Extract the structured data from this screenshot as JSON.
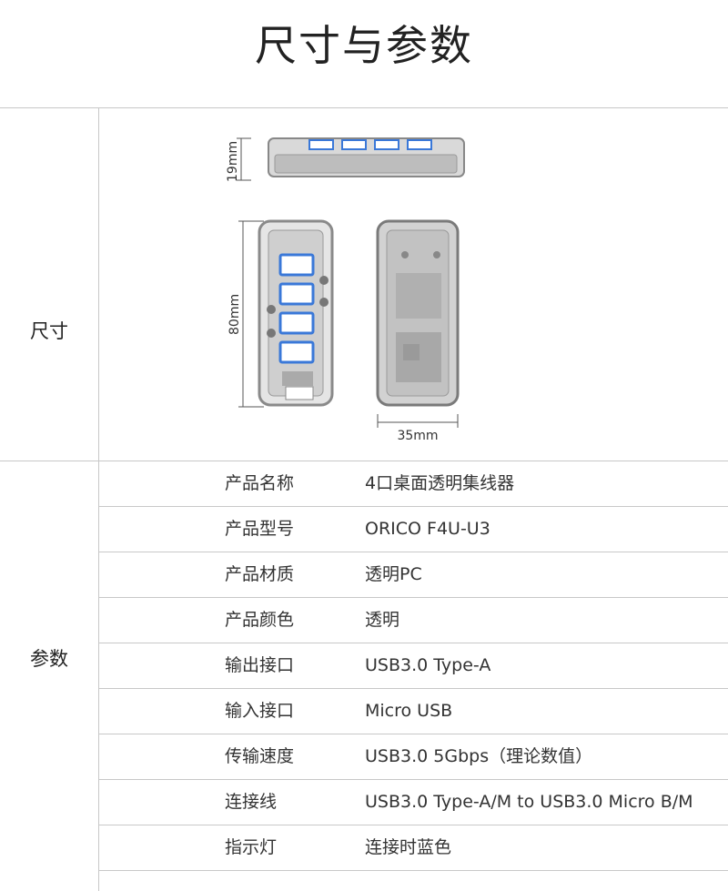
{
  "title": "尺寸与参数",
  "sections": {
    "size_label": "尺寸",
    "params_label": "参数"
  },
  "dimensions": {
    "height": "19mm",
    "length": "80mm",
    "width": "35mm"
  },
  "specs": [
    {
      "key": "产品名称",
      "value": "4口桌面透明集线器"
    },
    {
      "key": "产品型号",
      "value": "ORICO F4U-U3"
    },
    {
      "key": "产品材质",
      "value": "透明PC"
    },
    {
      "key": "产品颜色",
      "value": "透明"
    },
    {
      "key": "输出接口",
      "value": "USB3.0 Type-A"
    },
    {
      "key": "输入接口",
      "value": "Micro USB"
    },
    {
      "key": "传输速度",
      "value": "USB3.0 5Gbps（理论数值）"
    },
    {
      "key": "连接线",
      "value": "USB3.0 Type-A/M to USB3.0 Micro B/M"
    },
    {
      "key": "指示灯",
      "value": "连接时蓝色"
    }
  ],
  "colors": {
    "line": "#c8c8c8",
    "port_blue": "#3a78d8",
    "device_gray": "#8a8a8a"
  }
}
